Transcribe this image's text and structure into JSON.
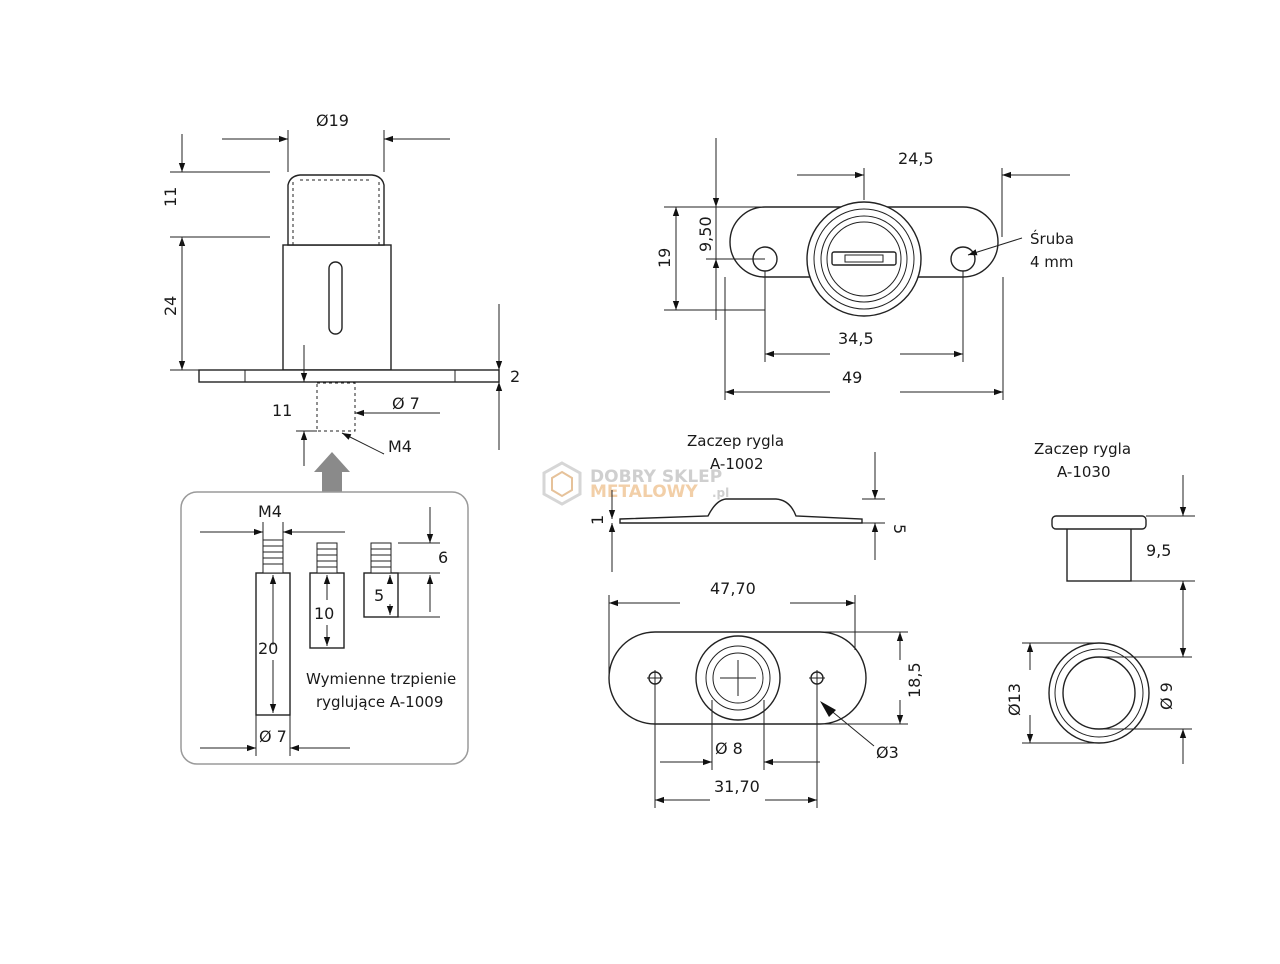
{
  "lock_side_view": {
    "dia_top": "Ø19",
    "h_upper": "11",
    "h_lower": "24",
    "plate_thickness": "2",
    "pin_length": "11",
    "pin_dia": "Ø 7",
    "thread": "M4"
  },
  "lock_top_view": {
    "offset": "24,5",
    "half_height": "9,50",
    "height": "19",
    "hole_spacing": "34,5",
    "length": "49",
    "screw_label": "Śruba",
    "screw_size": "4 mm"
  },
  "pins_box": {
    "thread": "M4",
    "len_long": "20",
    "len_mid": "10",
    "len_short": "5",
    "len_short_total": "6",
    "dia": "Ø 7",
    "caption_line1": "Wymienne trzpienie",
    "caption_line2": "ryglujące A-1009"
  },
  "catch_a1002": {
    "title_line1": "Zaczep rygla",
    "title_line2": "A-1002",
    "thickness": "1",
    "height": "5",
    "length": "47,70",
    "width": "18,5",
    "center_dia": "Ø 8",
    "hole_spacing": "31,70",
    "hole_dia": "Ø3"
  },
  "catch_a1030": {
    "title_line1": "Zaczep rygla",
    "title_line2": "A-1030",
    "height": "9,5",
    "outer_dia": "Ø13",
    "inner_dia": "Ø 9"
  },
  "watermark": {
    "line1": "DOBRY SKLEP",
    "line2": "METALOWY",
    "suffix": ".pl"
  }
}
